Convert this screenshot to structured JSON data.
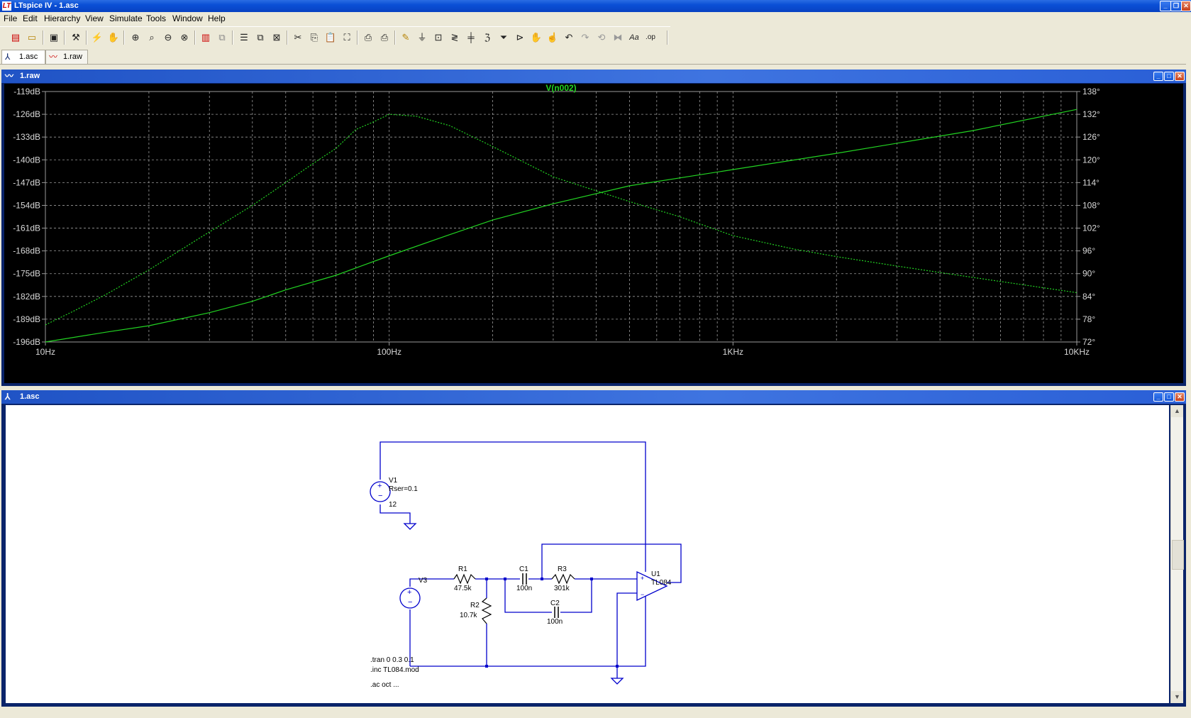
{
  "app": {
    "title": "LTspice IV - 1.asc",
    "logo": "LT"
  },
  "menu": [
    "File",
    "Edit",
    "Hierarchy",
    "View",
    "Simulate",
    "Tools",
    "Window",
    "Help"
  ],
  "doc_tabs": [
    {
      "label": "1.asc",
      "icon": "schematic-icon"
    },
    {
      "label": "1.raw",
      "icon": "waveform-icon"
    }
  ],
  "plot_window": {
    "title": "1.raw",
    "trace_label": "V(n002)",
    "colors": {
      "background": "#000000",
      "grid": "#9a9a9a",
      "axis_text": "#d8d8d8",
      "trace": "#22d322"
    }
  },
  "chart_data": {
    "type": "line",
    "title": "V(n002)",
    "xscale": "log",
    "xlim": [
      10,
      10000
    ],
    "x_ticks": [
      "10Hz",
      "100Hz",
      "1KHz",
      "10KHz"
    ],
    "y_left_ticks": [
      "-119dB",
      "-126dB",
      "-133dB",
      "-140dB",
      "-147dB",
      "-154dB",
      "-161dB",
      "-168dB",
      "-175dB",
      "-182dB",
      "-189dB",
      "-196dB"
    ],
    "y_right_ticks": [
      "138°",
      "132°",
      "126°",
      "120°",
      "114°",
      "108°",
      "102°",
      "96°",
      "90°",
      "84°",
      "78°",
      "72°"
    ],
    "ylim_left": [
      -196,
      -119
    ],
    "ylim_right": [
      72,
      138
    ],
    "grid": true,
    "series": [
      {
        "style": "dashed",
        "axis": "right",
        "x": [
          10,
          12,
          15,
          20,
          30,
          40,
          50,
          60,
          70,
          80,
          90,
          100,
          120,
          150,
          200,
          300,
          500,
          700,
          1000,
          1500,
          2000,
          3000,
          5000,
          10000
        ],
        "y": [
          76.5,
          80,
          84.5,
          91,
          101,
          108,
          114,
          119,
          123,
          128,
          130,
          132,
          131.5,
          129,
          123.5,
          115.5,
          109,
          105,
          100,
          96.5,
          94.5,
          92,
          89,
          85
        ]
      },
      {
        "style": "solid",
        "axis": "left",
        "x": [
          10,
          15,
          20,
          30,
          40,
          50,
          70,
          100,
          150,
          200,
          300,
          500,
          1000,
          2000,
          5000,
          10000
        ],
        "y": [
          -196,
          -193,
          -191,
          -187,
          -183.5,
          -180,
          -175.5,
          -169.5,
          -163,
          -158.5,
          -153.5,
          -148,
          -143,
          -138,
          -131,
          -124.5
        ]
      }
    ]
  },
  "schematic": {
    "title": "1.asc",
    "wire_color": "#0000cc",
    "labels": {
      "v1": "V1",
      "v1_rser": "Rser=0.1",
      "v1_val": "12",
      "v3": "V3",
      "r1": "R1",
      "r1_val": "47.5k",
      "r2": "R2",
      "r2_val": "10.7k",
      "c1": "C1",
      "c1_val": "100n",
      "r3": "R3",
      "r3_val": "301k",
      "c2": "C2",
      "c2_val": "100n",
      "u1": "U1",
      "u1_val": "TL084",
      "directive_tran": ".tran 0 0.3 0.1",
      "directive_inc": ".inc TL084.mod",
      "directive_partial": ".ac oct ..."
    }
  }
}
